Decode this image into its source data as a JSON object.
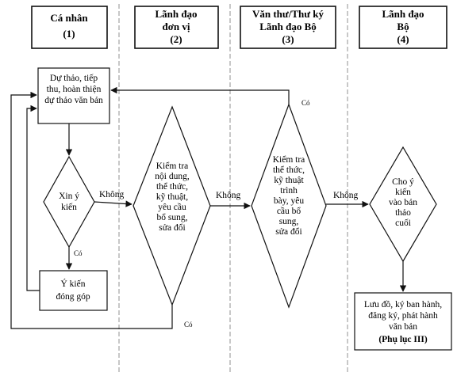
{
  "lanes": [
    {
      "title": "Cá nhân",
      "number": "(1)"
    },
    {
      "title_line1": "Lãnh đạo",
      "title_line2": "đơn vị",
      "number": "(2)"
    },
    {
      "title_line1": "Văn thư/Thư ký",
      "title_line2": "Lãnh đạo Bộ",
      "number": "(3)"
    },
    {
      "title_line1": "Lãnh đạo",
      "title_line2": "Bộ",
      "number": "(4)"
    }
  ],
  "nodes": {
    "draft": {
      "lines": [
        "Dự thảo, tiếp",
        "thu, hoàn thiện",
        "dự thảo văn bản"
      ]
    },
    "ask_opinion": {
      "lines": [
        "Xin ý",
        "kiến"
      ]
    },
    "feedback": {
      "lines": [
        "Ý kiến",
        "đóng góp"
      ]
    },
    "check_unit": {
      "lines": [
        "Kiểm tra",
        "nội dung,",
        "thể thức,",
        "kỹ thuật,",
        "yêu cầu",
        "bổ sung,",
        "sửa đổi"
      ]
    },
    "check_format": {
      "lines": [
        "Kiểm tra",
        "thể thức,",
        "kỹ thuật",
        "trình",
        "bày, yêu",
        "cầu bổ",
        "sung,",
        "sửa đổi"
      ]
    },
    "final_opinion": {
      "lines": [
        "Cho ý",
        "kiến",
        "vào bản",
        "thảo",
        "cuối"
      ]
    },
    "publish": {
      "lines": [
        "Lưu đồ, ký ban hành,",
        "đăng ký, phát hành",
        "văn bản"
      ],
      "appendix": "(Phụ lục III)"
    }
  },
  "edge_labels": {
    "no_1": "Không",
    "no_2": "Không",
    "no_3": "Không",
    "yes_feedback": "Có",
    "yes_unit": "Có",
    "yes_format": "Có"
  }
}
